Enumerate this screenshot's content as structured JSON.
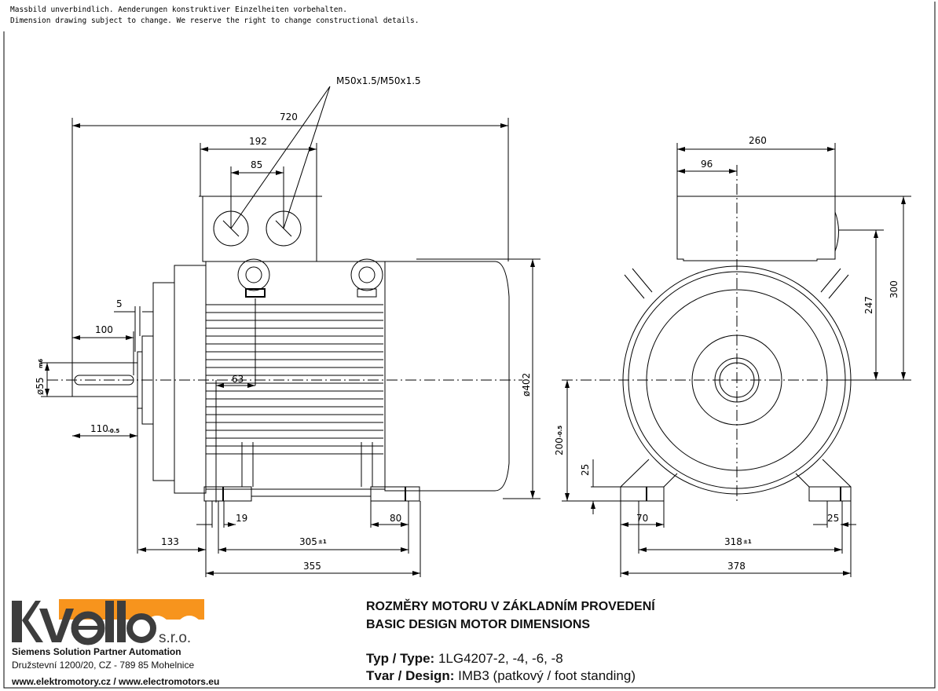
{
  "notes": {
    "line1": "Massbild unverbindlich. Aenderungen konstruktiver Einzelheiten vorbehalten.",
    "line2": "Dimension drawing subject to change. We reserve the right to change constructional details."
  },
  "callout": "M50x1.5/M50x1.5",
  "side_view": {
    "d720": "720",
    "d192": "192",
    "d85": "85",
    "d5": "5",
    "d100": "100",
    "d55": "ø55",
    "d55_tol": "m6",
    "d63": "63",
    "d110": "110",
    "d110_tol": "-0.5",
    "d402": "ø402",
    "d133": "133",
    "d19": "19",
    "d305": "305",
    "d305_tol": "±1",
    "d80": "80",
    "d355": "355"
  },
  "front_view": {
    "d260": "260",
    "d96": "96",
    "d300": "300",
    "d247": "247",
    "d200": "200",
    "d200_tol": "-0.5",
    "d25v": "25",
    "d70": "70",
    "d25h": "25",
    "d318": "318",
    "d318_tol": "±1",
    "d378": "378"
  },
  "company": {
    "logo_text": "Kvello",
    "suffix": "s.r.o.",
    "tagline": "Siemens Solution Partner Automation",
    "address": "Družstevní 1200/20, CZ - 789 85 Mohelnice",
    "web": "www.elektromotory.cz / www.electromotors.eu",
    "brand_orange": "#f7941d",
    "brand_gray": "#3d3d3d"
  },
  "title": {
    "cz": "ROZMĚRY MOTORU V ZÁKLADNÍM PROVEDENÍ",
    "en": "BASIC DESIGN MOTOR DIMENSIONS",
    "type_label": "Typ / Type:",
    "type_value": "1LG4207-2, -4, -6, -8",
    "design_label": "Tvar / Design:",
    "design_value": "IMB3 (patkový / foot standing)"
  }
}
